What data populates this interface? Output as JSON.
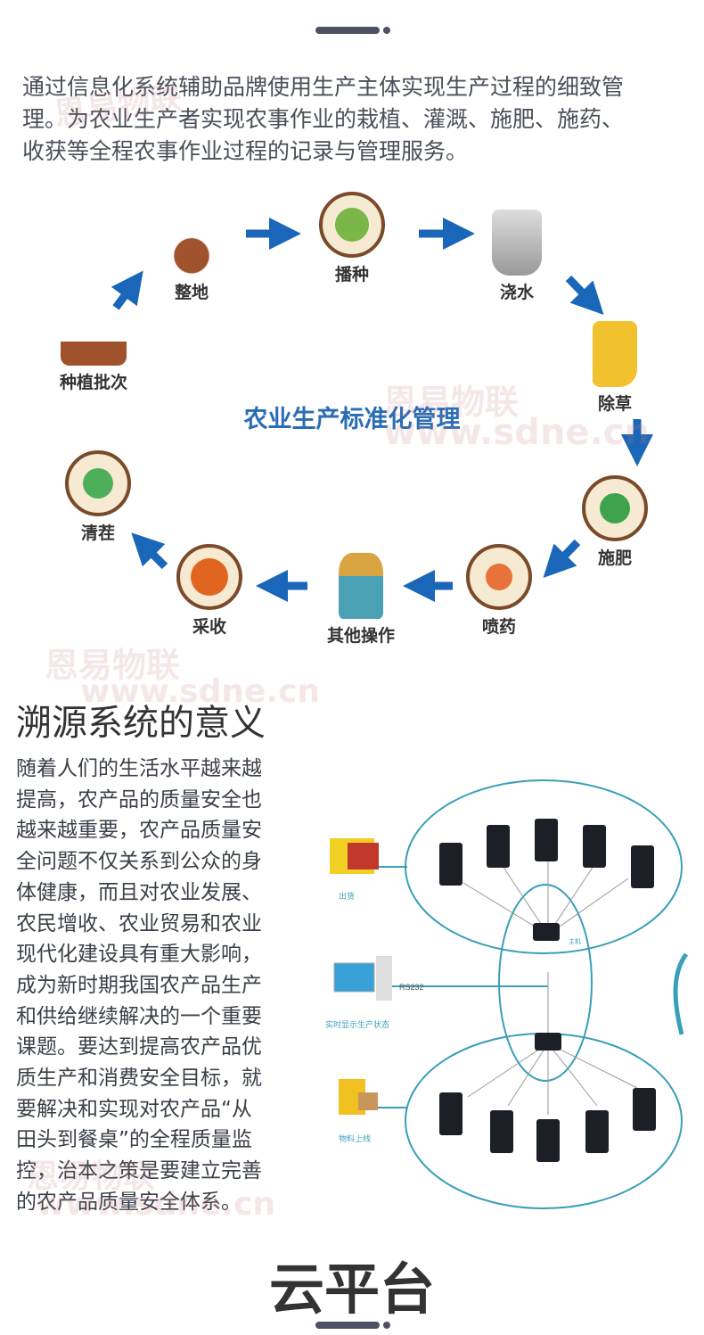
{
  "intro": {
    "lines": [
      "通过信息化系统辅助品牌使用生产主体实现生产过程的细致管",
      "理。为农业生产者实现农事作业的栽植、灌溉、施肥、施药、",
      "收获等全程农事作业过程的记录与管理服务。"
    ]
  },
  "cycle": {
    "title": "农业生产标准化管理",
    "steps": [
      {
        "label": "整地",
        "icon": "shovel-soil-icon"
      },
      {
        "label": "播种",
        "icon": "seedling-icon"
      },
      {
        "label": "浇水",
        "icon": "bucket-icon"
      },
      {
        "label": "除草",
        "icon": "boot-icon"
      },
      {
        "label": "施肥",
        "icon": "fertilizer-badge-icon"
      },
      {
        "label": "喷药",
        "icon": "pill-icon"
      },
      {
        "label": "其他操作",
        "icon": "scarecrow-icon"
      },
      {
        "label": "采收",
        "icon": "basket-icon"
      },
      {
        "label": "清茬",
        "icon": "hand-plant-icon"
      },
      {
        "label": "种植批次",
        "icon": "plants-icon"
      }
    ],
    "arrow_color": "#1a66b8",
    "title_color": "#2a6db5"
  },
  "section": {
    "title": "溯源系统的意义",
    "lines": [
      "随着人们的生活水平越来越",
      "提高，农产品的质量安全也",
      "越来越重要，农产品质量安",
      "全问题不仅关系到公众的身",
      "体健康，而且对农业发展、",
      "农民增收、农业贸易和农业",
      "现代化建设具有重大影响，",
      "成为新时期我国农产品生产",
      "和供给继续解决的一个重要",
      "课题。要达到提高农产品优",
      "质生产和消费安全目标，就",
      "要解决和实现对农产品“从",
      "田头到餐桌”的全程质量监",
      "控，治本之策是要建立完善",
      "的农产品质量安全体系。"
    ]
  },
  "network": {
    "shipping": "出货",
    "interface": "RS232",
    "monitor": "实时显示生产状态",
    "material": "物料上线",
    "host": "主机",
    "accent": "#3a9fb8"
  },
  "footer": {
    "title": "云平台"
  },
  "watermark": {
    "brand": "恩易物联",
    "url": "www.sdne.cn"
  }
}
